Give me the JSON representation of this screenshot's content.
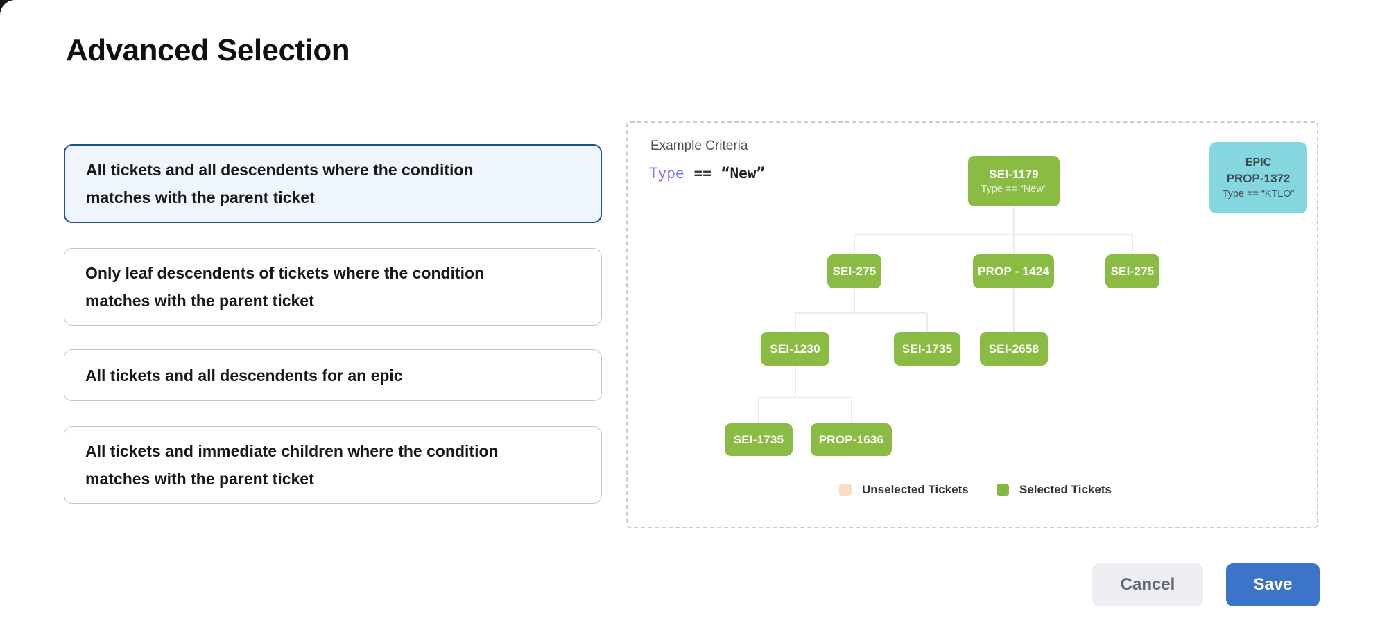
{
  "page": {
    "title": "Advanced Selection"
  },
  "options": [
    {
      "label": "All tickets and all descendents where the condition\nmatches with the parent ticket",
      "selected": true
    },
    {
      "label": "Only leaf descendents of tickets where the condition\nmatches with the parent ticket",
      "selected": false
    },
    {
      "label": "All tickets and all descendents for an epic",
      "selected": false
    },
    {
      "label": "All tickets and immediate children where the condition\nmatches with the parent ticket",
      "selected": false
    }
  ],
  "panel": {
    "example_criteria_label": "Example Criteria",
    "criteria": {
      "field": "Type",
      "operator": "==",
      "value": "“New”"
    },
    "epic_badge": {
      "type_label": "EPIC",
      "id": "PROP-1372",
      "condition": "Type == “KTLO”"
    },
    "tree": {
      "root": {
        "label": "SEI-1179",
        "condition": "Type == “New”"
      },
      "nodes": [
        "SEI-275",
        "PROP - 1424",
        "SEI-275",
        "SEI-1230",
        "SEI-1735",
        "SEI-2658",
        "SEI-1735",
        "PROP-1636"
      ]
    },
    "legend": [
      {
        "label": "Unselected Tickets",
        "color": "#f9ddc2"
      },
      {
        "label": "Selected Tickets",
        "color": "#84b940"
      }
    ]
  },
  "footer": {
    "cancel_label": "Cancel",
    "save_label": "Save"
  },
  "colors": {
    "selected_card_border": "#1d4f9e",
    "selected_card_bg": "#eef6fc",
    "node_green": "#8abc43",
    "epic_cyan": "#84d6df",
    "save_blue": "#3b74c9",
    "code_field_indigo": "#7b7cf2",
    "connector_gray": "#e5e6ea"
  }
}
